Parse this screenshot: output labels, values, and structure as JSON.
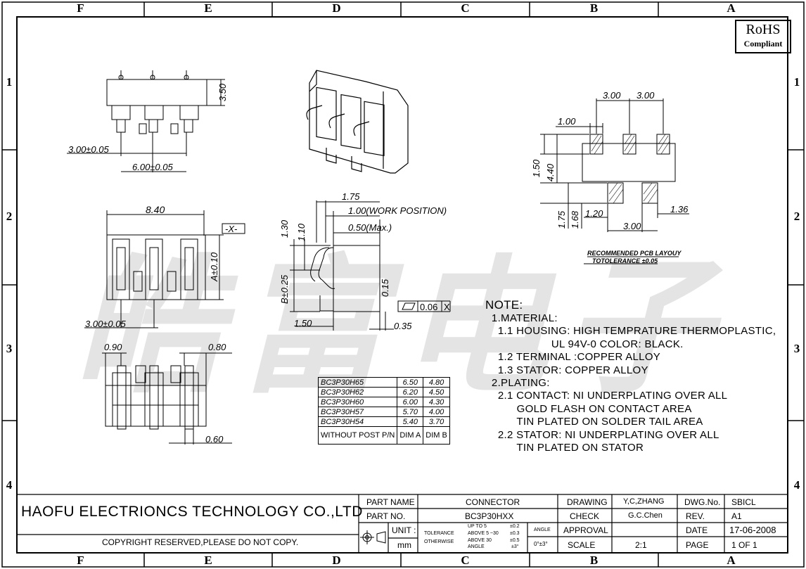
{
  "watermark": "皓富电子",
  "columns": [
    "F",
    "E",
    "D",
    "C",
    "B",
    "A"
  ],
  "rows": [
    "1",
    "2",
    "3",
    "4"
  ],
  "rohs": {
    "line1": "RoHS",
    "line2": "Compliant"
  },
  "dimensions": {
    "top_view": {
      "height": "3.50",
      "pitch": "3.00±0.05",
      "span": "6.00±0.05"
    },
    "front_view": {
      "width": "8.40",
      "datum": "-X-",
      "dim_a": "A±0.10",
      "pitch": "3.00±0.05"
    },
    "bottom_view": {
      "left": "0.90",
      "right": "0.80",
      "post": "0.60"
    },
    "side_view": {
      "a": "1.75",
      "work": "1.00(WORK POSITION)",
      "max": "0.50(Max.)",
      "h1": "1.30",
      "h2": "1.10",
      "b": "B±0.25",
      "t": "0.15",
      "bottom": "1.50",
      "gap": "0.35",
      "flatness": "0.06",
      "datum_ref": "X"
    },
    "pcb": {
      "p1": "3.00",
      "p2": "3.00",
      "pad": "1.00",
      "v1": "1.50",
      "v2": "4.40",
      "v3": "1.75",
      "v4": "1.68",
      "h1": "1.20",
      "h2": "1.36",
      "h3": "3.00",
      "title": "RECOMMENDED PCB LAYOUY",
      "tolerance": "TOTOLERANCE ±0.05"
    }
  },
  "part_table": {
    "rows": [
      {
        "pn": "BC3P30H65",
        "a": "6.50",
        "b": "4.80"
      },
      {
        "pn": "BC3P30H62",
        "a": "6.20",
        "b": "4.50"
      },
      {
        "pn": "BC3P30H60",
        "a": "6.00",
        "b": "4.30"
      },
      {
        "pn": "BC3P30H57",
        "a": "5.70",
        "b": "4.00"
      },
      {
        "pn": "BC3P30H54",
        "a": "5.40",
        "b": "3.70"
      }
    ],
    "footer": {
      "pn": "WITHOUT POST P/N",
      "a": "DIM A",
      "b": "DIM B"
    }
  },
  "notes": [
    "NOTE:",
    "  1.MATERIAL:",
    "    1.1 HOUSING: HIGH TEMPRATURE THERMOPLASTIC,",
    "                     UL 94V-0 COLOR: BLACK.",
    "    1.2 TERMINAL :COPPER ALLOY",
    "    1.3 STATOR: COPPER ALLOY",
    "  2.PLATING:",
    "    2.1 CONTACT: NI UNDERPLATING OVER ALL",
    "          GOLD FLASH ON CONTACT AREA",
    "          TIN PLATED ON SOLDER TAIL AREA",
    "    2.2 STATOR: NI UNDERPLATING OVER ALL",
    "          TIN PLATED ON STATOR"
  ],
  "title_block": {
    "company": "HAOFU ELECTRIONCS TECHNOLOGY CO.,LTD",
    "copyright": "COPYRIGHT RESERVED,PLEASE DO NOT COPY.",
    "part_name_label": "PART NAME",
    "part_name": "CONNECTOR",
    "part_no_label": "PART NO.",
    "part_no": "BC3P30HXX",
    "unit_label": "UNIT :",
    "unit": "mm",
    "tolerance_label": "TOLERANCE",
    "otherwise_label": "OTHERWISE",
    "tol_lines": [
      "UP TO 5",
      "ABOVE 5 ~30",
      "ABOVE 30"
    ],
    "tol_values": [
      "±0.2",
      "±0.3",
      "±0.5"
    ],
    "angle_small": "ANGLE",
    "angle_value": "±3°",
    "angle_label": "ANGLE",
    "angle_range": "0°±3°",
    "drawing_label": "DRAWING",
    "drawing": "Y,C,ZHANG",
    "check_label": "CHECK",
    "check": "G.C.Chen",
    "approval_label": "APPROVAL",
    "scale_label": "SCALE",
    "scale": "2:1",
    "dwg_label": "DWG.No.",
    "dwg": "SBICL",
    "rev_label": "REV.",
    "rev": "A1",
    "date_label": "DATE",
    "date": "17-06-2008",
    "page_label": "PAGE",
    "page": "1 OF 1"
  }
}
